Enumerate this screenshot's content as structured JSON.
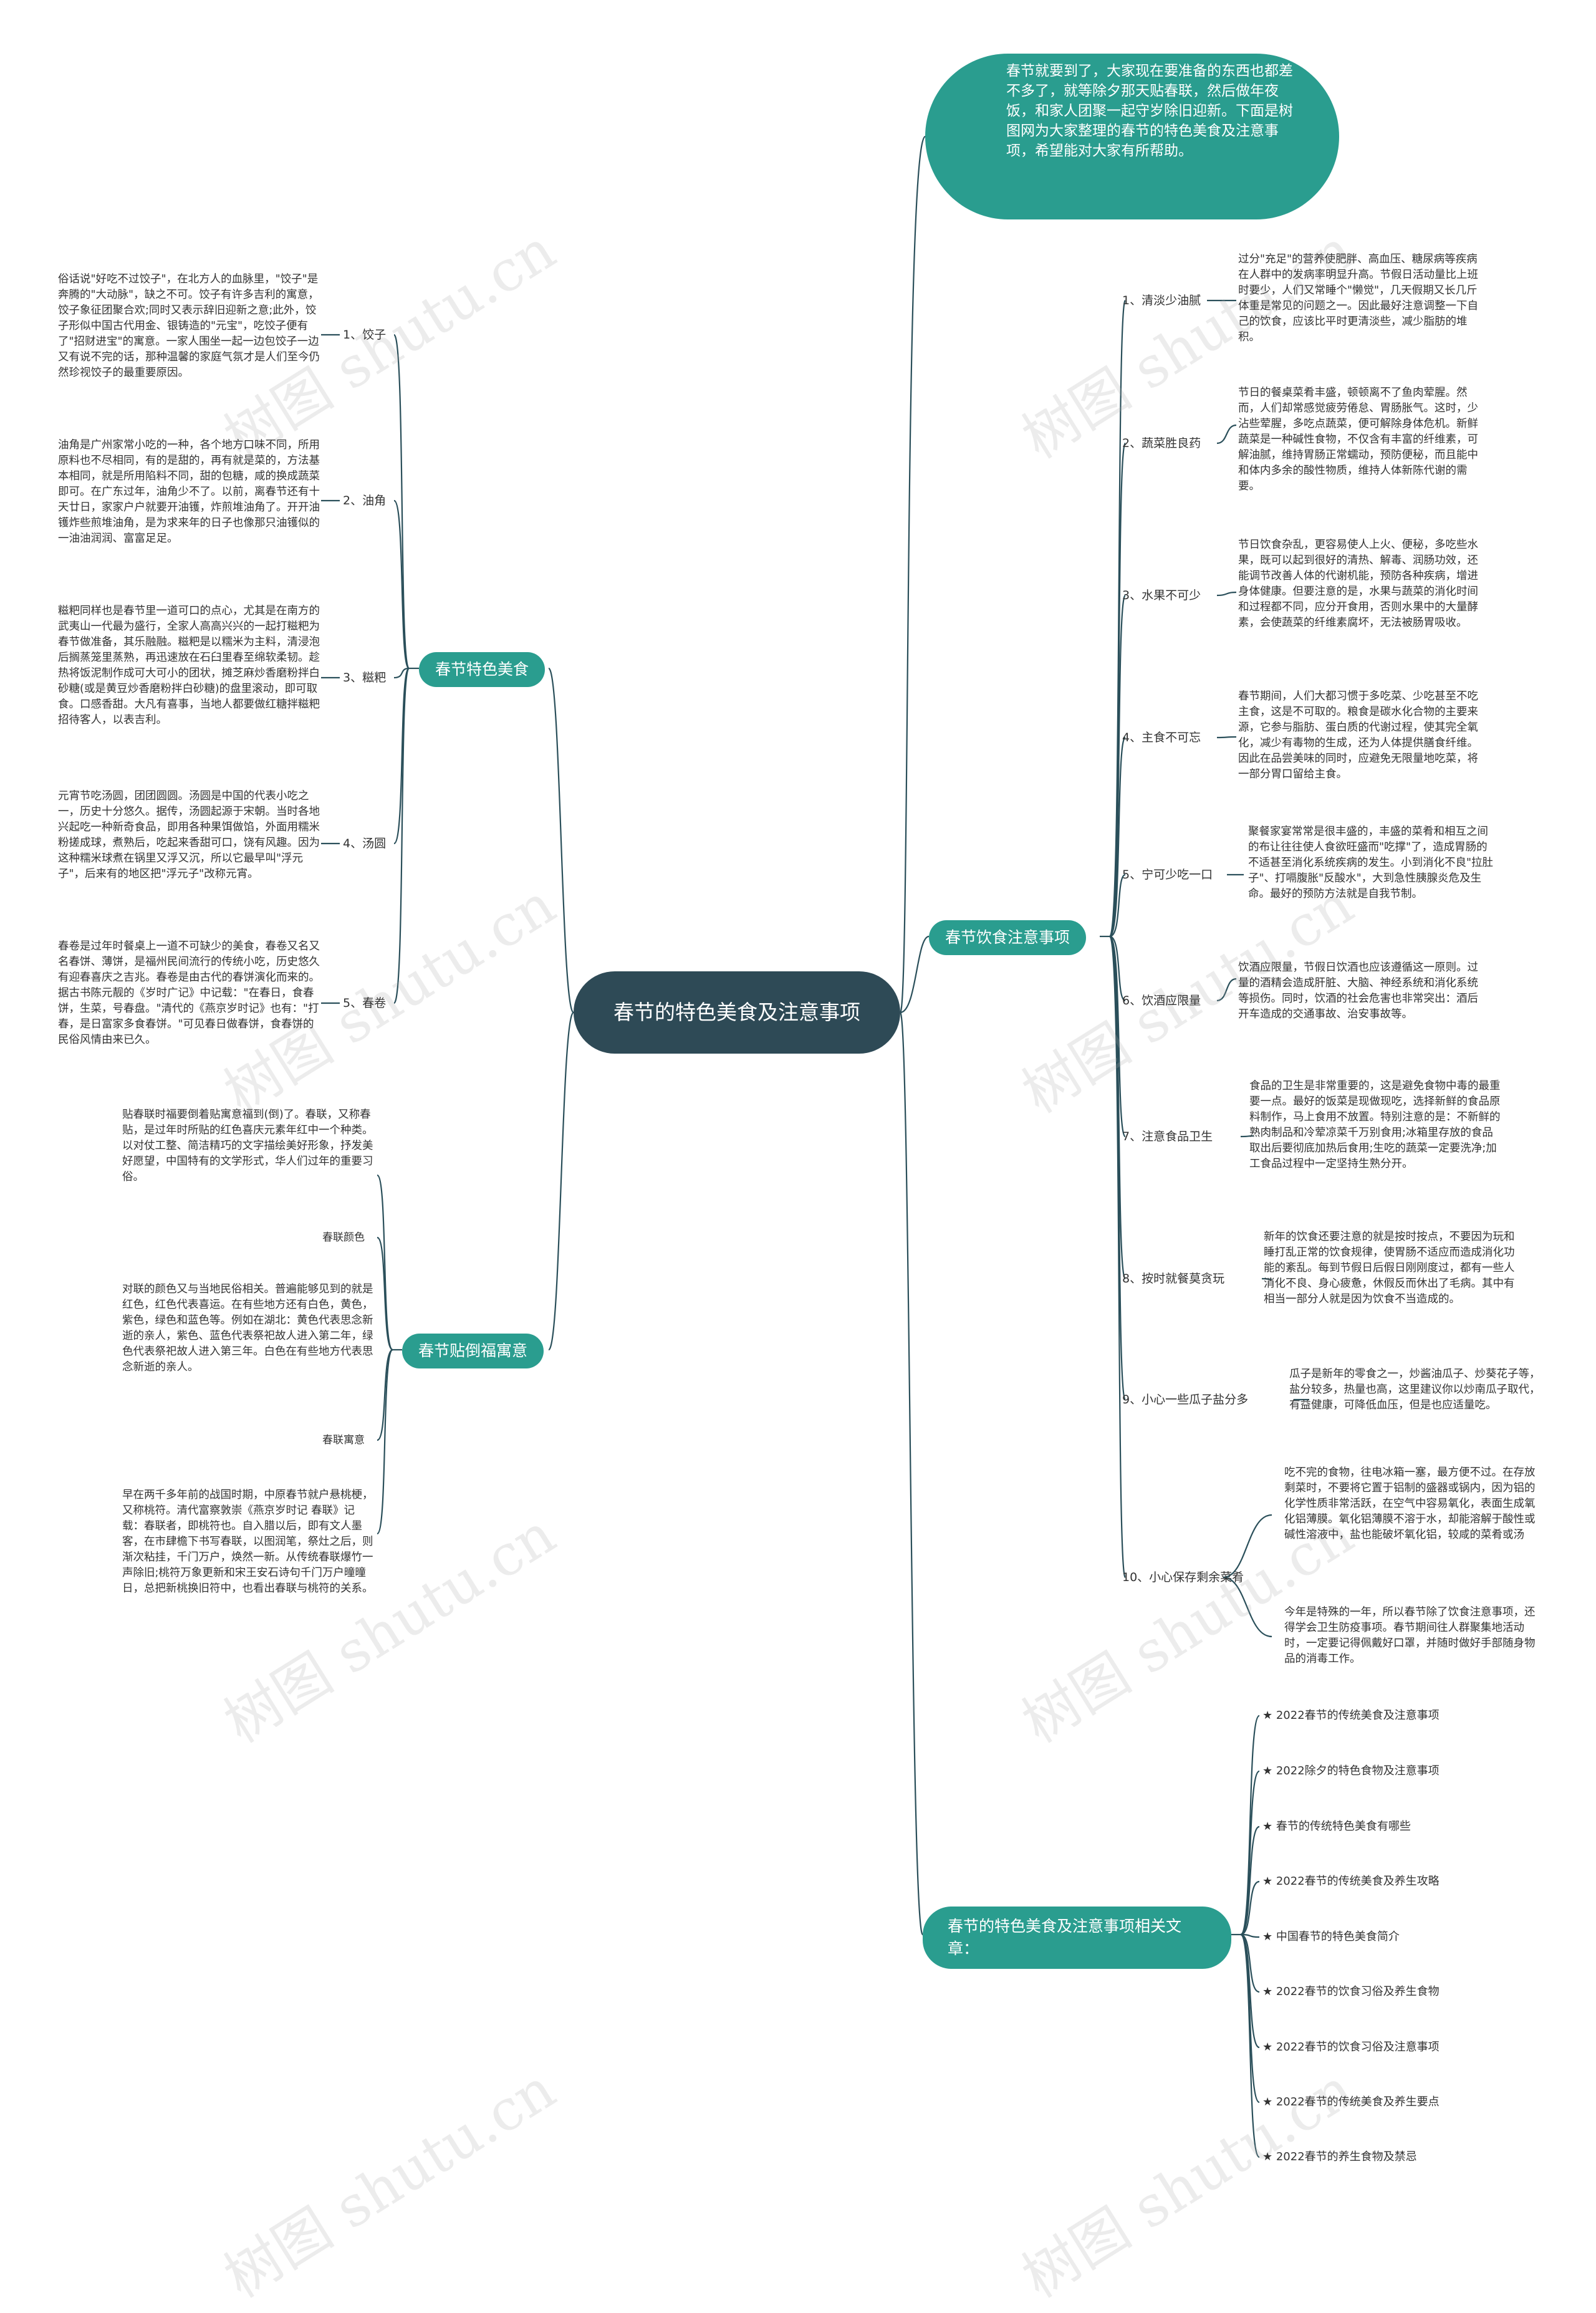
{
  "center": "春节的特色美食及注意事项",
  "intro": "春节就要到了，大家现在要准备的东西也都差不多了，就等除夕那天贴春联，然后做年夜饭，和家人团聚一起守岁除旧迎新。下面是树图网为大家整理的春节的特色美食及注意事项，希望能对大家有所帮助。",
  "food": {
    "label": "春节特色美食",
    "items": [
      {
        "label": "1、饺子",
        "text": "俗话说\"好吃不过饺子\"，在北方人的血脉里，\"饺子\"是奔腾的\"大动脉\"，缺之不可。饺子有许多吉利的寓意，饺子象征团聚合欢;同时又表示辞旧迎新之意;此外，饺子形似中国古代用金、银铸造的\"元宝\"，吃饺子便有了\"招财进宝\"的寓意。一家人围坐一起一边包饺子一边又有说不完的话，那种温馨的家庭气氛才是人们至今仍然珍视饺子的最重要原因。"
      },
      {
        "label": "2、油角",
        "text": "油角是广州家常小吃的一种，各个地方口味不同，所用原料也不尽相同，有的是甜的，再有就是菜的，方法基本相同，就是所用陷料不同，甜的包糖，咸的换成蔬菜即可。在广东过年，油角少不了。以前，离春节还有十天廿日，家家户户就要开油镬，炸煎堆油角了。开开油镬炸些煎堆油角，是为求来年的日子也像那只油镬似的一油油润润、富富足足。"
      },
      {
        "label": "3、糍粑",
        "text": "糍粑同样也是春节里一道可口的点心，尤其是在南方的武夷山一代最为盛行，全家人高高兴兴的一起打糍粑为春节做准备，其乐融融。糍粑是以糯米为主料，清浸泡后搁蒸笼里蒸熟，再迅速放在石臼里春至绵软柔韧。趁热将饭泥制作成可大可小的团状，摊芝麻炒香磨粉拌白砂糖(或是黄豆炒香磨粉拌白砂糖)的盘里滚动，即可取食。口感香甜。大凡有喜事，当地人都要做红糖拌糍粑招待客人，以表吉利。"
      },
      {
        "label": "4、汤圆",
        "text": "元宵节吃汤圆，团团圆圆。汤圆是中国的代表小吃之一，历史十分悠久。据传，汤圆起源于宋朝。当时各地兴起吃一种新奇食品，即用各种果饵做馅，外面用糯米粉搓成球，煮熟后，吃起来香甜可口，饶有风趣。因为这种糯米球煮在锅里又浮又沉，所以它最早叫\"浮元子\"，后来有的地区把\"浮元子\"改称元宵。"
      },
      {
        "label": "5、春卷",
        "text": "春卷是过年时餐桌上一道不可缺少的美食，春卷又名又名春饼、薄饼，是福州民间流行的传统小吃，历史悠久有迎春喜庆之吉兆。春卷是由古代的春饼演化而来的。据古书陈元靓的《岁时广记》中记载：\"在春日，食春饼，生菜，号春盘。\"清代的《燕京岁时记》也有：\"打春，是日富家多食春饼。\"可见春日做春饼，食春饼的民俗风情由来已久。"
      }
    ]
  },
  "couplet": {
    "label": "春节贴倒福寓意",
    "intro_text": "贴春联时福要倒着贴寓意福到(倒)了。春联，又称春贴，是过年时所贴的红色喜庆元素年红中一个种类。以对仗工整、简洁精巧的文字描绘美好形象，抒发美好愿望，中国特有的文学形式，华人们过年的重要习俗。",
    "items": [
      {
        "label": "春联颜色",
        "text": "对联的颜色又与当地民俗相关。普遍能够见到的就是红色，红色代表喜运。在有些地方还有白色，黄色，紫色，绿色和蓝色等。例如在湖北：黄色代表思念新逝的亲人，紫色、蓝色代表祭祀故人进入第二年，绿色代表祭祀故人进入第三年。白色在有些地方代表思念新逝的亲人。"
      },
      {
        "label": "春联寓意",
        "text": "早在两千多年前的战国时期，中原春节就户悬桃梗，又称桃符。清代富察敦崇《燕京岁时记 春联》记载：春联者，即桃符也。自入腊以后，即有文人墨客，在市肆檐下书写春联，以图润笔，祭灶之后，则渐次粘挂，千门万户，焕然一新。从传统春联爆竹一声除旧;桃符万象更新和宋王安石诗句千门万户曈曈日，总把新桃换旧符中，也看出春联与桃符的关系。"
      }
    ]
  },
  "notes": {
    "label": "春节饮食注意事项",
    "items": [
      {
        "label": "1、清淡少油腻",
        "text": "过分\"充足\"的营养使肥胖、高血压、糖尿病等疾病在人群中的发病率明显升高。节假日活动量比上班时要少，人们又常睡个\"懒觉\"，几天假期又长几斤体重是常见的问题之一。因此最好注意调整一下自己的饮食，应该比平时更清淡些，减少脂肪的堆积。"
      },
      {
        "label": "2、蔬菜胜良药",
        "text": "节日的餐桌菜肴丰盛，顿顿离不了鱼肉荤腥。然而，人们却常感觉疲劳倦怠、胃肠胀气。这时，少沾些荤腥，多吃点蔬菜，便可解除身体危机。新鲜蔬菜是一种碱性食物，不仅含有丰富的纤维素，可解油腻，维持胃肠正常蠕动，预防便秘，而且能中和体内多余的酸性物质，维持人体新陈代谢的需要。"
      },
      {
        "label": "3、水果不可少",
        "text": "节日饮食杂乱，更容易使人上火、便秘，多吃些水果，既可以起到很好的清热、解毒、润肠功效，还能调节改善人体的代谢机能，预防各种疾病，增进身体健康。但要注意的是，水果与蔬菜的消化时间和过程都不同，应分开食用，否则水果中的大量酵素，会使蔬菜的纤维素腐坏，无法被肠胃吸收。"
      },
      {
        "label": "4、主食不可忘",
        "text": "春节期间，人们大都习惯于多吃菜、少吃甚至不吃主食，这是不可取的。粮食是碳水化合物的主要来源，它参与脂肪、蛋白质的代谢过程，使其完全氧化，减少有毒物的生成，还为人体提供膳食纤维。因此在品尝美味的同时，应避免无限量地吃菜，将一部分胃口留给主食。"
      },
      {
        "label": "5、宁可少吃一口",
        "text": "聚餐家宴常常是很丰盛的，丰盛的菜肴和相互之间的布让往往使人食欲旺盛而\"吃撑\"了，造成胃肠的不适甚至消化系统疾病的发生。小到消化不良\"拉肚子\"、打嗝腹胀\"反酸水\"，大到急性胰腺炎危及生命。最好的预防方法就是自我节制。"
      },
      {
        "label": "6、饮酒应限量",
        "text": "饮酒应限量，节假日饮酒也应该遵循这一原则。过量的酒精会造成肝脏、大脑、神经系统和消化系统等损伤。同时，饮酒的社会危害也非常突出：酒后开车造成的交通事故、治安事故等。"
      },
      {
        "label": "7、注意食品卫生",
        "text": "食品的卫生是非常重要的，这是避免食物中毒的最重要一点。最好的饭菜是现做现吃，选择新鲜的食品原料制作，马上食用不放置。特别注意的是：不新鲜的熟肉制品和冷荤凉菜千万别食用;冰箱里存放的食品取出后要彻底加热后食用;生吃的蔬菜一定要洗净;加工食品过程中一定坚持生熟分开。"
      },
      {
        "label": "8、按时就餐莫贪玩",
        "text": "新年的饮食还要注意的就是按时按点，不要因为玩和睡打乱正常的饮食规律，使胃肠不适应而造成消化功能的紊乱。每到节假日后假日刚刚度过，都有一些人消化不良、身心疲惫，休假反而休出了毛病。其中有相当一部分人就是因为饮食不当造成的。"
      },
      {
        "label": "9、小心一些瓜子盐分多",
        "text": "瓜子是新年的零食之一，炒酱油瓜子、炒葵花子等，盐分较多，热量也高，这里建议你以炒南瓜子取代，有益健康，可降低血压，但是也应适量吃。"
      },
      {
        "label": "10、小心保存剩余菜肴",
        "texts": [
          "吃不完的食物，往电冰箱一塞，最方便不过。在存放剩菜时，不要将它置于铝制的盛器或锅内，因为铝的化学性质非常活跃，在空气中容易氧化，表面生成氧化铝薄膜。氧化铝薄膜不溶于水，却能溶解于酸性或碱性溶液中，盐也能破坏氧化铝，较咸的菜肴或汤",
          "今年是特殊的一年，所以春节除了饮食注意事项，还得学会卫生防疫事项。春节期间往人群聚集地活动时，一定要记得佩戴好口罩，并随时做好手部随身物品的消毒工作。"
        ]
      }
    ]
  },
  "related": {
    "label": "春节的特色美食及注意事项相关文章：",
    "items": [
      "★ 2022春节的传统美食及注意事项",
      "★ 2022除夕的特色食物及注意事项",
      "★ 春节的传统特色美食有哪些",
      "★ 2022春节的传统美食及养生攻略",
      "★ 中国春节的特色美食简介",
      "★ 2022春节的饮食习俗及养生食物",
      "★ 2022春节的饮食习俗及注意事项",
      "★ 2022春节的传统美食及养生要点",
      "★ 2022春节的养生食物及禁忌"
    ]
  },
  "watermark": "树图 shutu.cn",
  "colors": {
    "center": "#2e4a56",
    "branch": "#2a9d8f",
    "line": "#2a4f5a",
    "text": "#333333"
  }
}
